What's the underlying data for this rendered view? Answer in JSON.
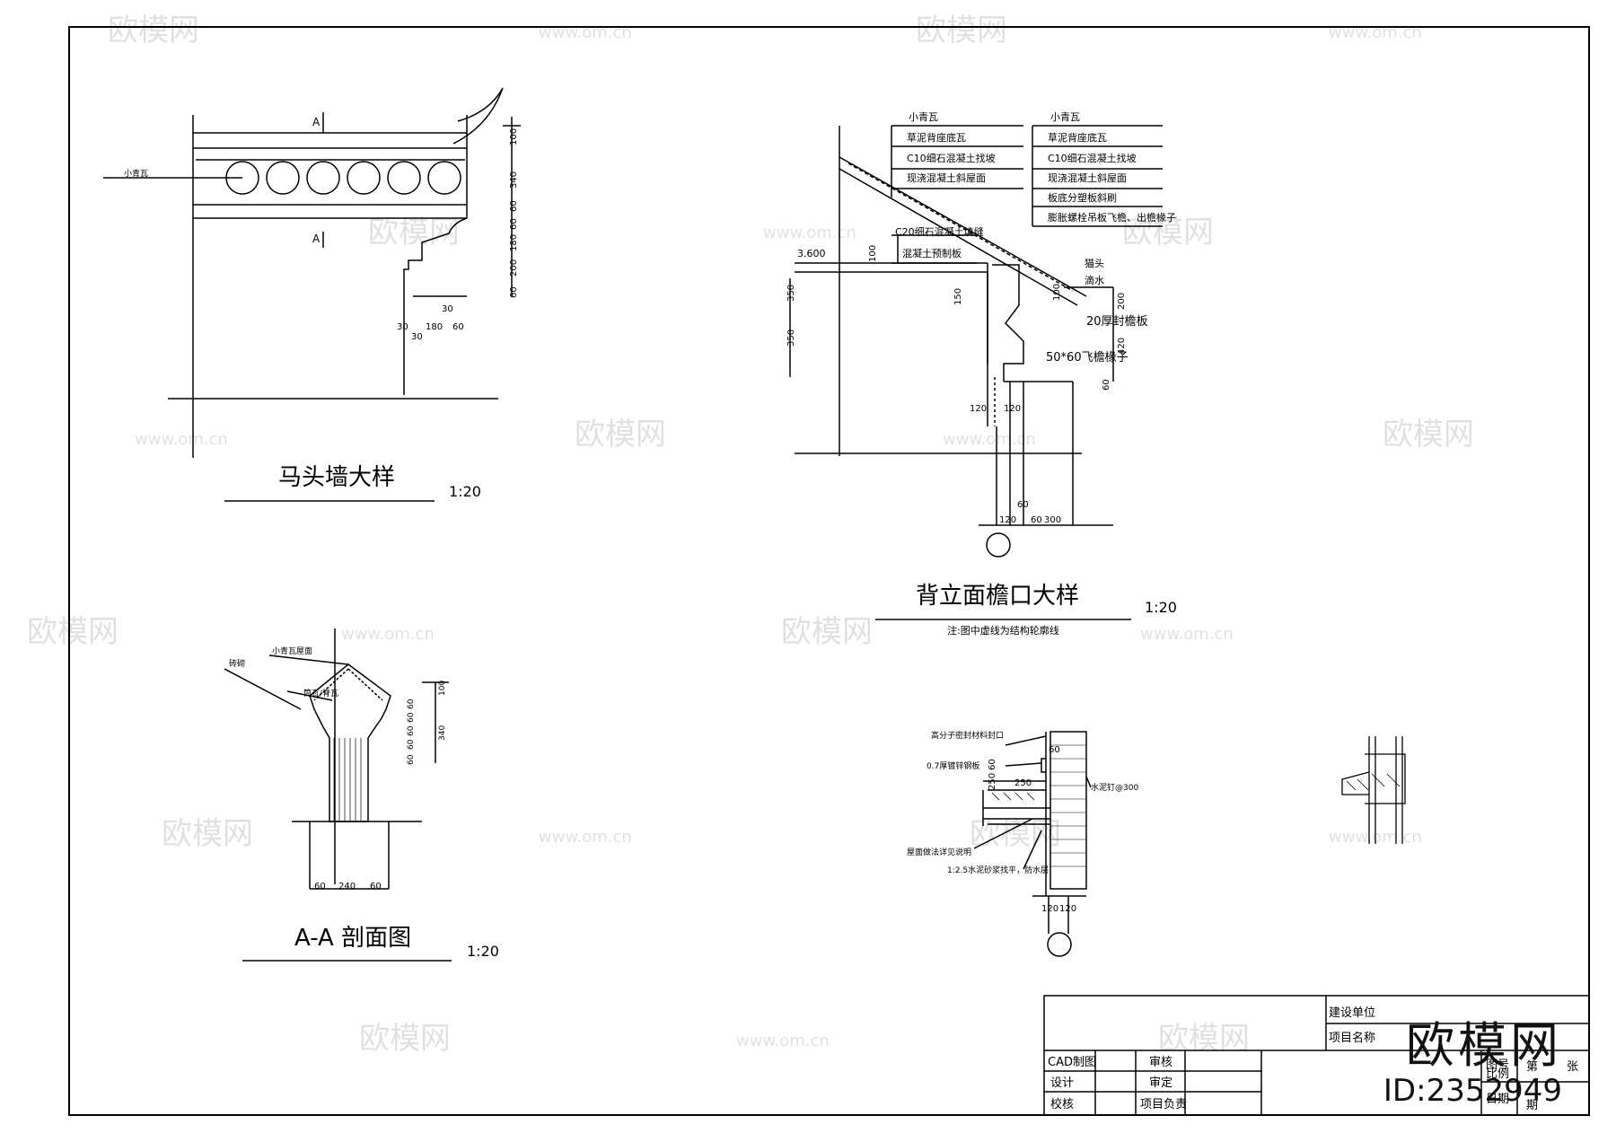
{
  "drawings": {
    "horse_head_wall": {
      "title": "马头墙大样",
      "scale": "1:20",
      "section_mark": "A",
      "leader": "小青瓦",
      "dims_vertical": [
        "100",
        "340",
        "60",
        "60",
        "180",
        "200",
        "60"
      ],
      "dims_horizontal": [
        "30",
        "30",
        "180",
        "60",
        "30"
      ]
    },
    "eave_detail": {
      "title": "背立面檐口大样",
      "scale": "1:20",
      "note": "注:图中虚线为结构轮廓线",
      "elevation": "3.600",
      "layers_left": [
        "小青瓦",
        "草泥背座底瓦",
        "C10细石混凝土找坡",
        "现浇混凝土斜屋面"
      ],
      "layers_right": [
        "小青瓦",
        "草泥背座底瓦",
        "C10细石混凝土找坡",
        "现浇混凝土斜屋面",
        "板底分塑板斜刷",
        "膨胀螺栓吊板飞檐、出檐椽子"
      ],
      "layer_beam": [
        "C20细石混凝土填缝",
        "混凝土预制板"
      ],
      "side_labels": [
        "猫头",
        "滴水"
      ],
      "member_labels": [
        "20厚封檐板",
        "50*60飞檐椽子"
      ],
      "dims_left": [
        "350",
        "350"
      ],
      "dims_right": [
        "200",
        "420",
        "60"
      ],
      "dims_misc": [
        "100",
        "150",
        "100"
      ],
      "dims_bottom": [
        "120",
        "120",
        "60",
        "120",
        "60",
        "300"
      ]
    },
    "section_aa": {
      "title": "A-A 剖面图",
      "scale": "1:20",
      "label_1": "小青瓦屋面",
      "label_2": "砖砌",
      "label_3": "筒瓦/脊瓦",
      "dims_vertical": [
        "100",
        "60",
        "60",
        "60",
        "60",
        "340",
        "60"
      ],
      "dims_horizontal": [
        "60",
        "240",
        "60"
      ]
    },
    "parapet_detail": {
      "labels": [
        "高分子密封材料封口",
        "0.7厚镀锌钢板",
        "水泥钉@300",
        "屋面做法详见说明",
        "1:2.5水泥砂浆找平，防水层"
      ],
      "dims": [
        "60",
        "250",
        "250",
        "60",
        "120",
        "120"
      ]
    }
  },
  "title_block": {
    "client_label": "建设单位",
    "project_label": "项目名称",
    "rows": [
      {
        "a": "CAD制图",
        "b": "审核"
      },
      {
        "a": "设计",
        "b": "审定"
      },
      {
        "a": "校核",
        "b": "项目负责"
      }
    ],
    "right": [
      "图号",
      "比例",
      "第",
      "张",
      "日期",
      "期"
    ]
  },
  "watermark": {
    "brand": "欧模网",
    "url": "www.om.cn",
    "id_text": "ID:2352949"
  }
}
